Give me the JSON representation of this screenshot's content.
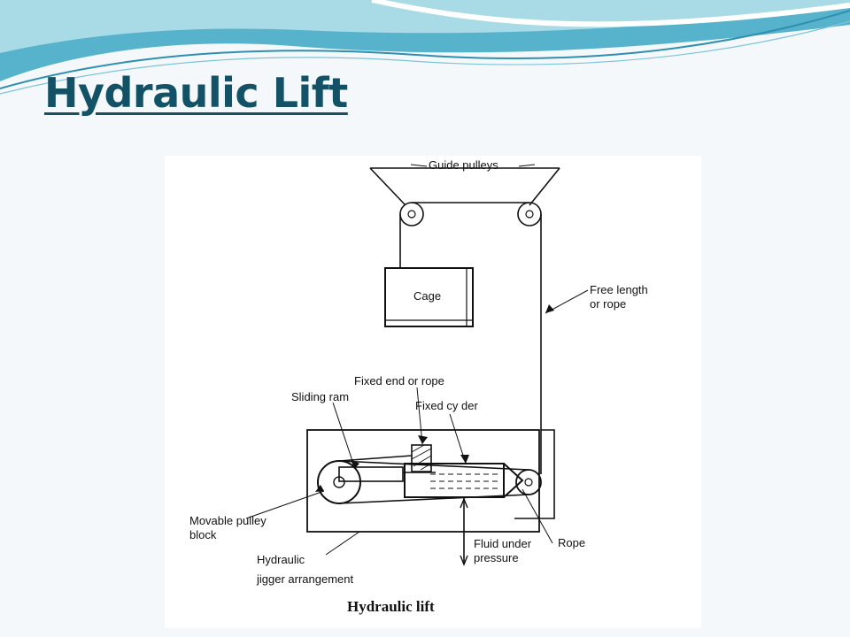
{
  "slide": {
    "title": "Hydraulic Lift",
    "theme_colors": {
      "title": "#135266",
      "wave_dark": "#2f8fb0",
      "wave_light": "#a9dbe6",
      "background": "#f4f8fa"
    }
  },
  "diagram": {
    "labels": {
      "guide_pulleys": "Guide pulleys",
      "cage": "Cage",
      "free_length_1": "Free length",
      "free_length_2": "or rope",
      "fixed_end": "Fixed end or rope",
      "sliding_ram": "Sliding ram",
      "fixed_cylinder": "Fixed cy   der",
      "movable_pulley_1": "Movable pulley",
      "movable_pulley_2": "block",
      "hydraulic_1": "Hydraulic",
      "hydraulic_2": "jigger arrangement",
      "fluid_1": "Fluid under",
      "fluid_2": "pressure",
      "rope": "Rope"
    },
    "caption": "Hydraulic lift"
  }
}
